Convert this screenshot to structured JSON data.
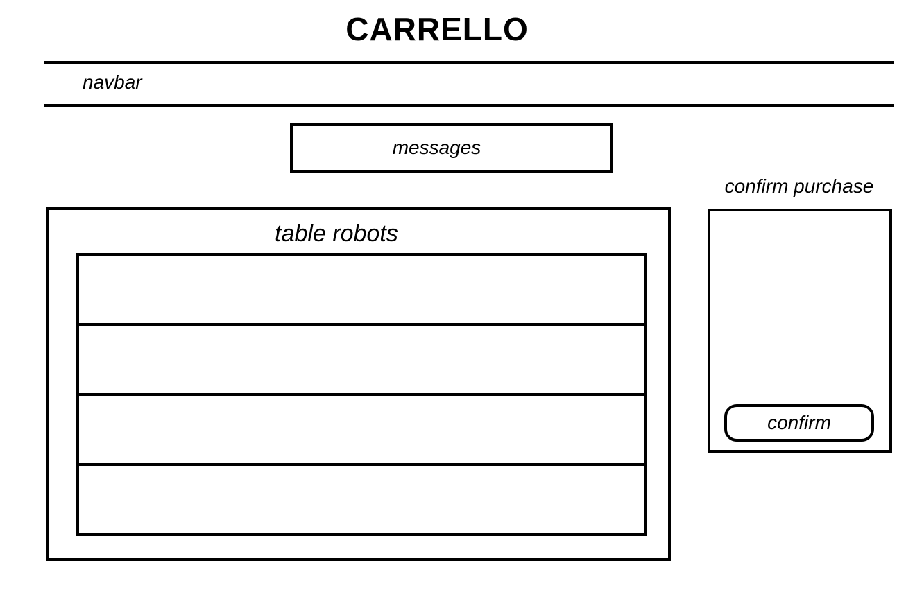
{
  "header": {
    "title": "CARRELLO"
  },
  "navbar": {
    "label": "navbar"
  },
  "messages": {
    "label": "messages"
  },
  "robots_table": {
    "label": "table robots",
    "rows": [
      "",
      "",
      "",
      ""
    ]
  },
  "confirm_purchase": {
    "label": "confirm purchase",
    "button_label": "confirm"
  }
}
